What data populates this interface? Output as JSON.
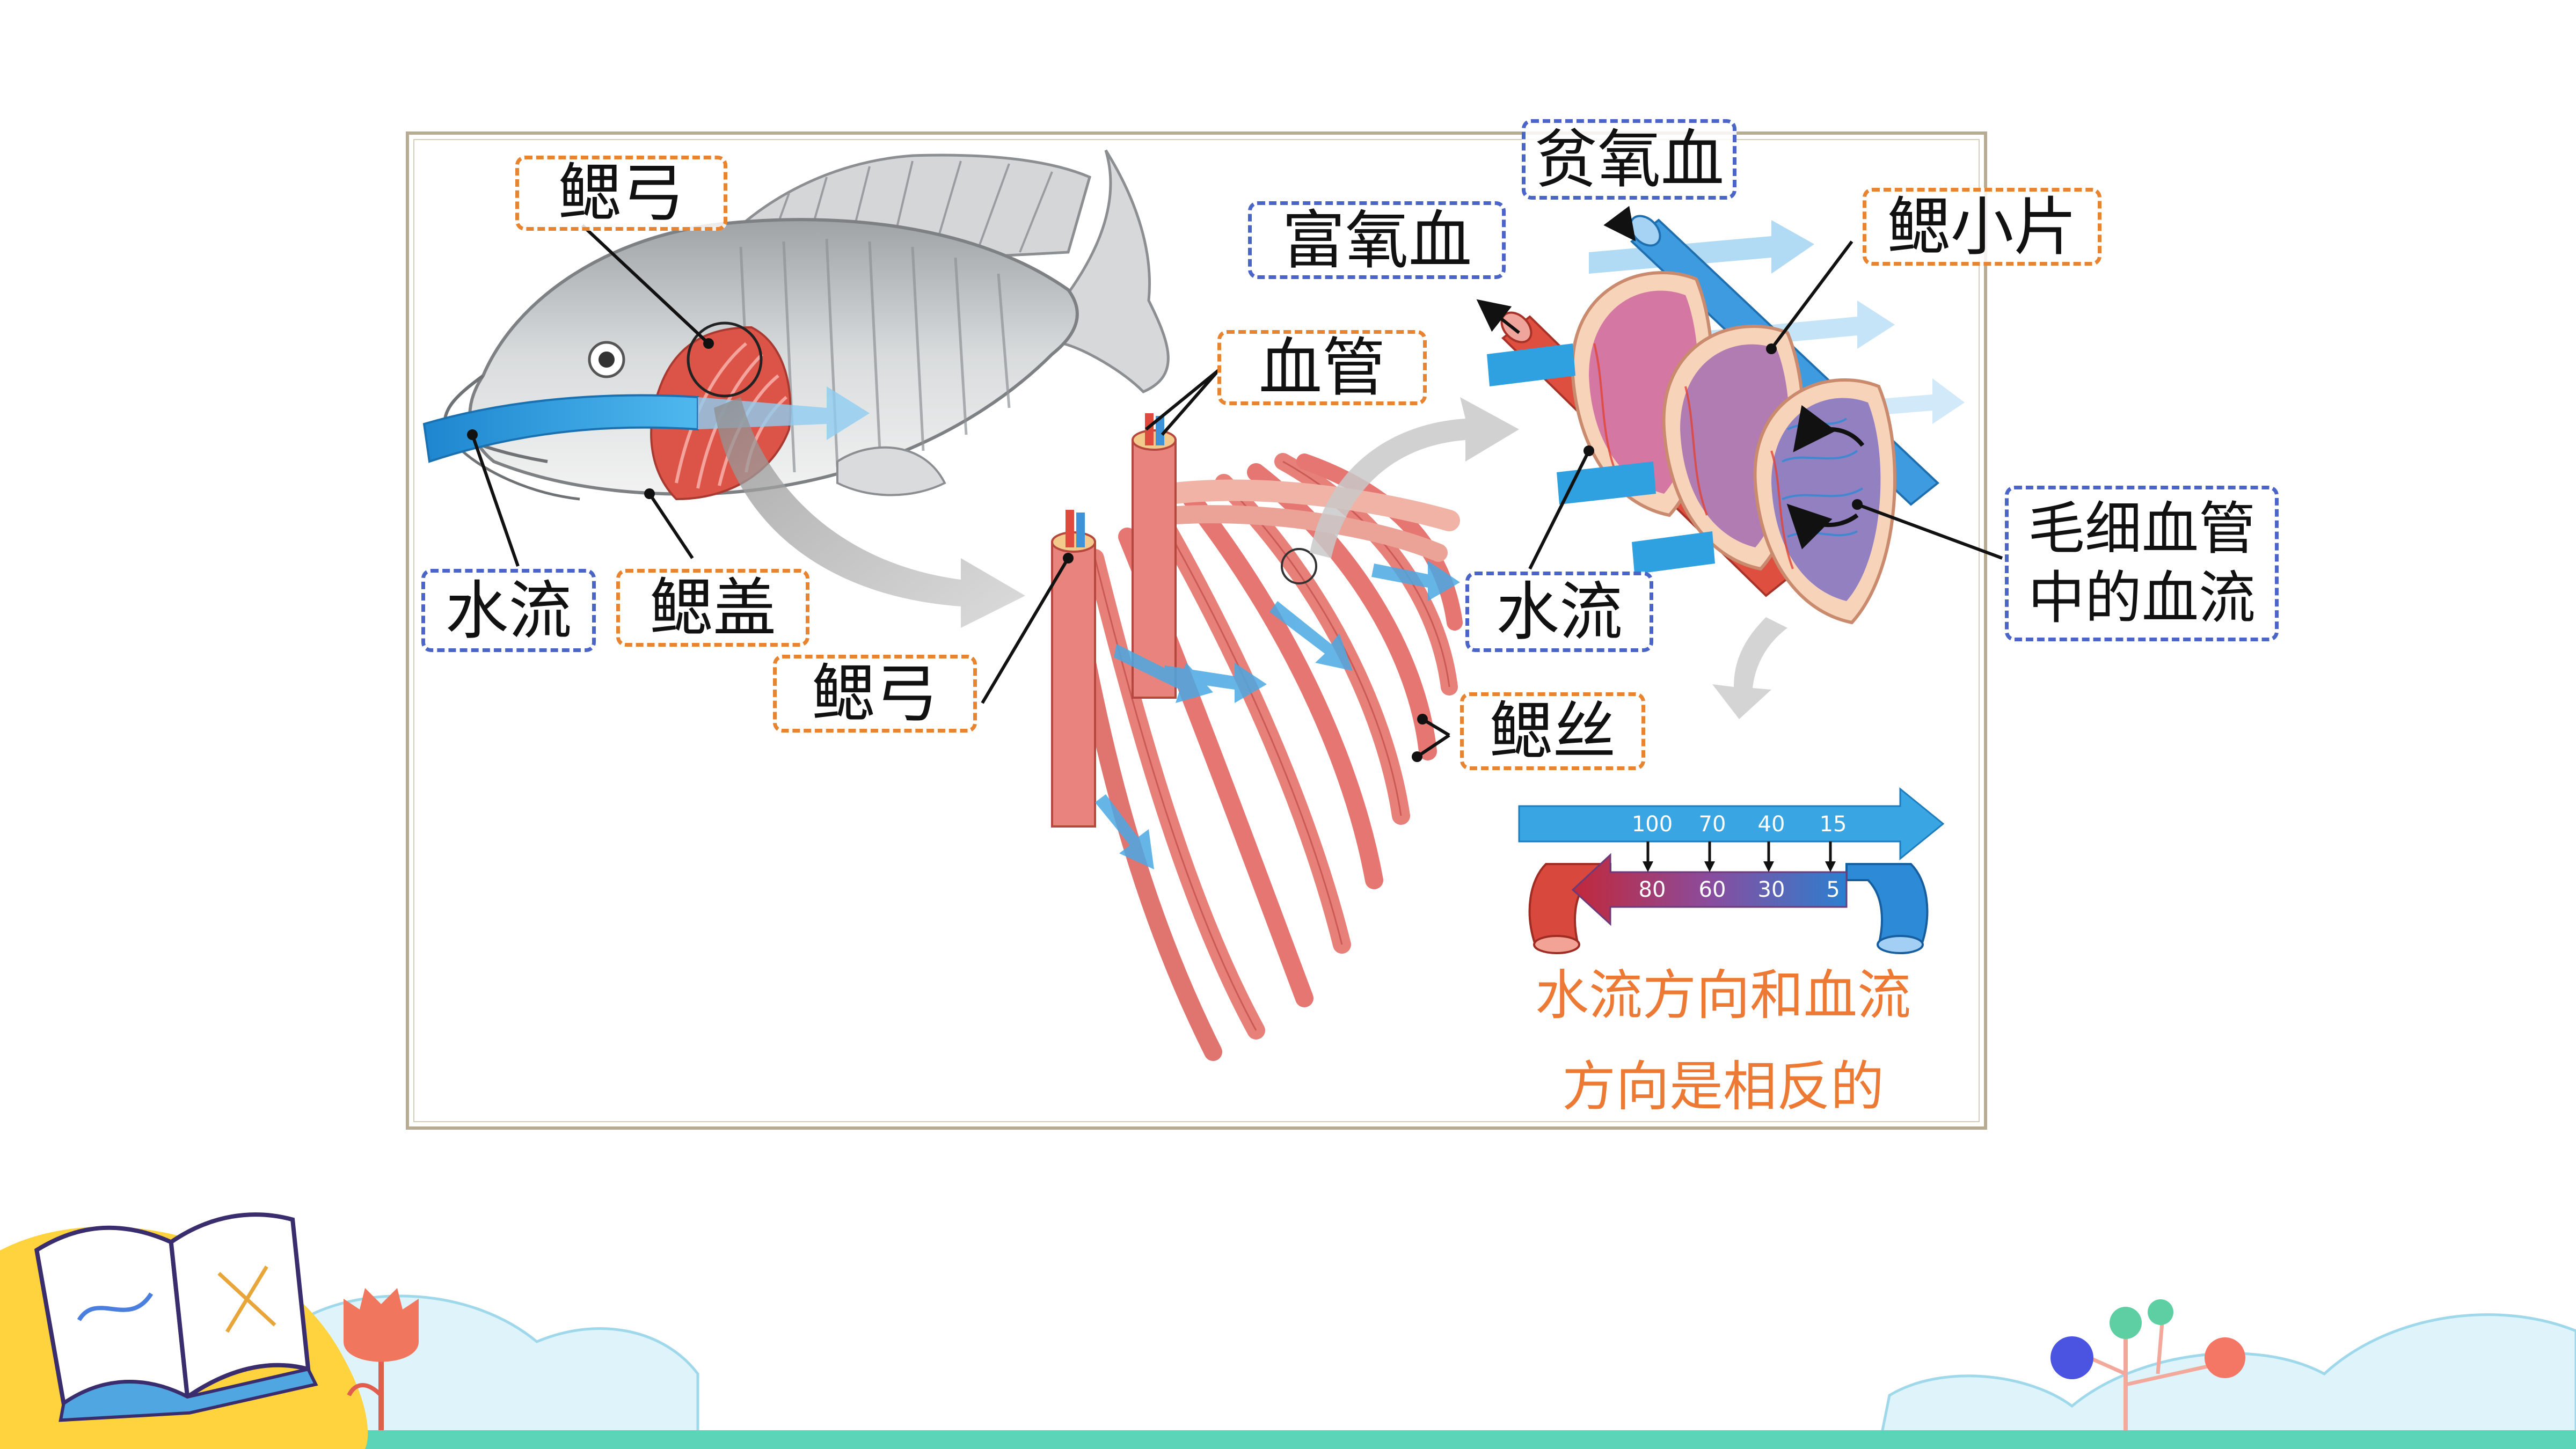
{
  "labels": {
    "gill_arch_top": "鳃弓",
    "water_flow_left": "水流",
    "operculum": "鳃盖",
    "gill_arch_mid": "鳃弓",
    "blood_vessel": "血管",
    "gill_filament": "鳃丝",
    "oxygen_rich_blood": "富氧血",
    "oxygen_poor_blood": "贫氧血",
    "gill_lamella": "鳃小片",
    "water_flow_right": "水流",
    "capillary_line1": "毛细血管",
    "capillary_line2": "中的血流"
  },
  "exchange": {
    "water_values": [
      "100",
      "70",
      "40",
      "15"
    ],
    "blood_values": [
      "80",
      "60",
      "30",
      "5"
    ]
  },
  "caption": {
    "line1": "水流方向和血流",
    "line2": "方向是相反的"
  },
  "colors": {
    "frame": "#b7ab93",
    "orange_border": "#e8832f",
    "blue_border": "#4b64c8",
    "water": "#2f9fdc",
    "blood_red": "#d94a3e",
    "caption": "#ec7a35"
  }
}
